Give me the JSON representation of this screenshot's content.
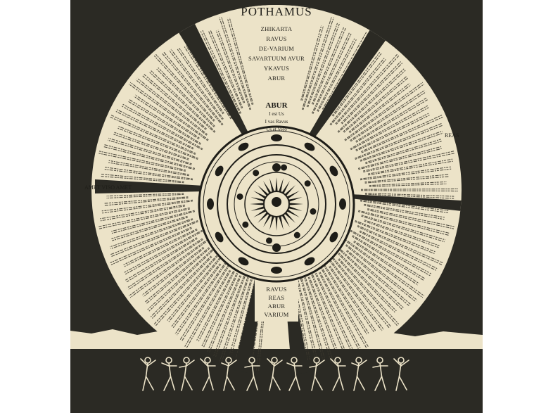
{
  "artwork": {
    "title": "POTHAMUS",
    "top_names": [
      "ZHIKARTA",
      "RAVUS",
      "DE-VARIUM",
      "SAVARTUUM AVUR",
      "YKAVUS",
      "ABUR"
    ],
    "center_heading": "ABUR",
    "center_lines": [
      "I est Us",
      "I vas Ravus",
      "Us et Vero"
    ],
    "bottom_names": [
      "RAVUS",
      "REAS",
      "ABUR",
      "VARIUM"
    ],
    "left_label": "AMET VISO AMET",
    "right_label": "REAS",
    "colors": {
      "background": "#2b2a24",
      "paper": "#ece3c8",
      "ink": "#1e1d18"
    },
    "figures_count_label": ""
  }
}
